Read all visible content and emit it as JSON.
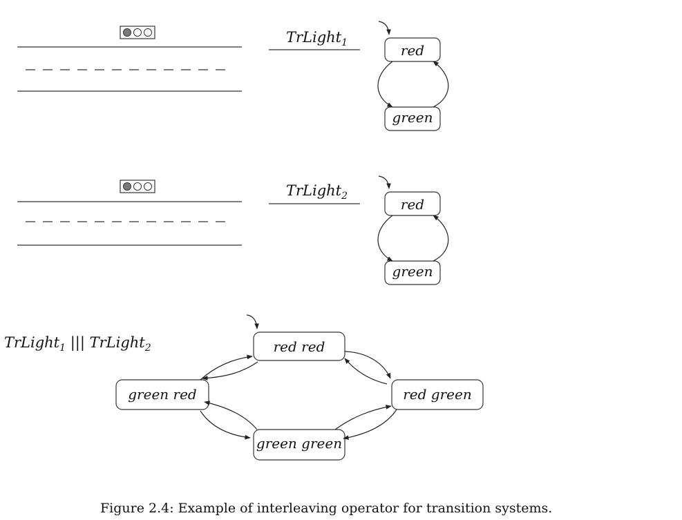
{
  "traffic_lights": [
    {
      "name": "TrLight",
      "subscript": "1",
      "states": [
        "red",
        "green"
      ],
      "initial_state": "red",
      "light_colors": {
        "lit": "#7a7a7a",
        "off": "#ffffff"
      }
    },
    {
      "name": "TrLight",
      "subscript": "2",
      "states": [
        "red",
        "green"
      ],
      "initial_state": "red",
      "light_colors": {
        "lit": "#7a7a7a",
        "off": "#ffffff"
      }
    }
  ],
  "composite": {
    "label_parts": [
      "TrLight",
      "1",
      " ||| ",
      "TrLight",
      "2"
    ],
    "states": [
      "red red",
      "green red",
      "red green",
      "green green"
    ],
    "initial_state": "red red"
  },
  "caption": "Figure 2.4: Example of interleaving operator for transition systems."
}
